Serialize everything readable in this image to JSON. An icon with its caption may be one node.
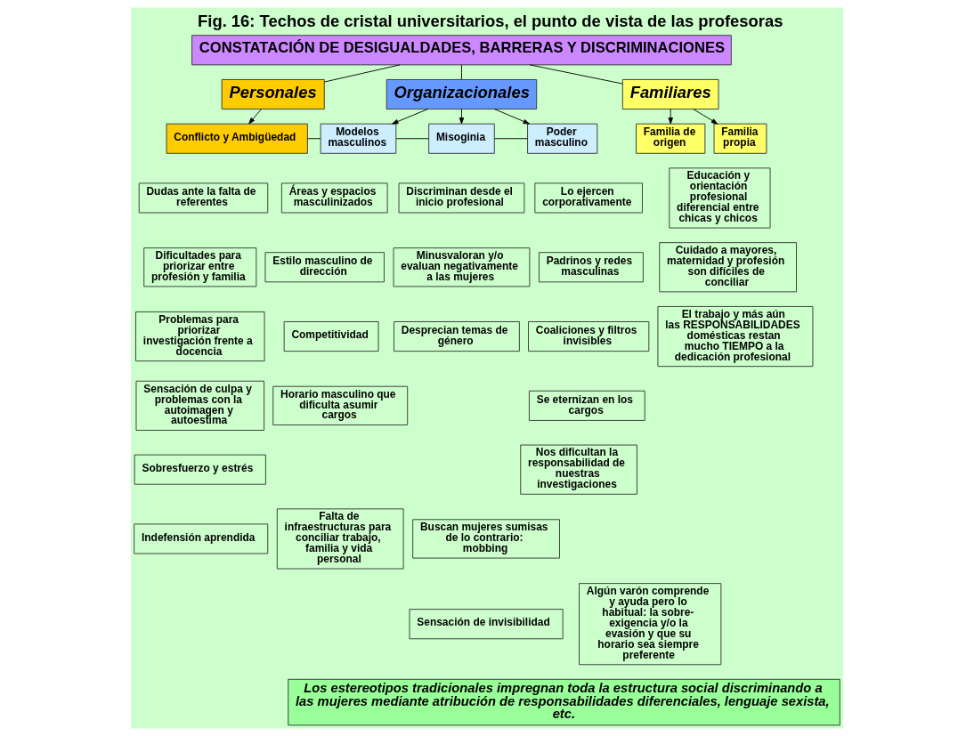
{
  "diagram": {
    "title": "Fig. 16: Techos de cristal universitarios, el punto de vista de las profesoras",
    "nodes": [
      {
        "text": [
          "CONSTATACIÓN DE DESIGUALDADES, BARRERAS Y DISCRIMINACIONES"
        ]
      },
      {
        "text": [
          "Personales"
        ]
      },
      {
        "text": [
          "Organizacionales"
        ]
      },
      {
        "text": [
          "Familiares"
        ]
      },
      {
        "text": [
          "Conflicto y Ambigüedad"
        ]
      },
      {
        "text": [
          "Modelos masculinos"
        ]
      },
      {
        "text": [
          "Misoginia"
        ]
      },
      {
        "text": [
          "Poder masculino"
        ]
      },
      {
        "text": [
          "Familia de origen"
        ]
      },
      {
        "text": [
          "Familia propia"
        ]
      },
      {
        "text": [
          "Dudas ante la falta de referentes"
        ]
      },
      {
        "text": [
          "Dificultades para priorizar entre profesión y familia"
        ]
      },
      {
        "text": [
          "Problemas para priorizar investigación frente a docencia"
        ]
      },
      {
        "text": [
          "Sensación de culpa y problemas con la autoimagen y autoestima"
        ]
      },
      {
        "text": [
          "Sobresfuerzo y estrés"
        ]
      },
      {
        "text": [
          "Indefensión aprendida"
        ]
      },
      {
        "text": [
          "Áreas y espacios masculinizados"
        ]
      },
      {
        "text": [
          "Estilo masculino de dirección"
        ]
      },
      {
        "text": [
          "Competitividad"
        ]
      },
      {
        "text": [
          "Horario masculino que dificulta asumir cargos"
        ]
      },
      {
        "text": [
          "Falta de infraestructuras para conciliar trabajo, familia y vida personal"
        ]
      },
      {
        "text": [
          "Discriminan desde el inicio profesional"
        ]
      },
      {
        "text": [
          "Minusvaloran y/o evaluan negativamente a las mujeres"
        ]
      },
      {
        "text": [
          "Desprecian temas de género"
        ]
      },
      {
        "text": [
          "Buscan mujeres sumisas de lo contrario: mobbing"
        ]
      },
      {
        "text": [
          "Lo ejercen corporativamente"
        ]
      },
      {
        "text": [
          "Padrinos y redes masculinas"
        ]
      },
      {
        "text": [
          "Coaliciones y filtros invisibles"
        ]
      },
      {
        "text": [
          "Se eternizan en los cargos"
        ]
      },
      {
        "text": [
          "Nos dificultan la responsabilidad de nuestras investigaciones"
        ]
      },
      {
        "text": [
          "Educación y orientación profesional diferencial entre chicas y chicos"
        ]
      },
      {
        "text": [
          "Cuidado a mayores, maternidad y profesión son difíciles de conciliar"
        ]
      },
      {
        "text": [
          "El trabajo y más aún las RESPONSABILIDADES domésticas restan mucho TIEMPO a la dedicación profesional"
        ]
      },
      {
        "text": [
          "Algún varón comprende y ayuda pero lo habitual: la sobre-exigencia y/o la evasión y que su horario sea siempre preferente"
        ]
      },
      {
        "text": [
          "Sensación de invisibilidad"
        ]
      },
      {
        "text": [
          "Los estereotipos tradicionales impregnan toda la estructura social discriminando a las mujeres mediante atribución de responsabilidades diferenciales, lenguaje sexista, etc."
        ]
      }
    ],
    "edges": [
      {
        "from": 0,
        "to": 1,
        "arrow": "none"
      },
      {
        "from": 0,
        "to": 2,
        "arrow": "none"
      },
      {
        "from": 0,
        "to": 3,
        "arrow": "none"
      },
      {
        "from": 1,
        "to": 4,
        "arrow": "to"
      },
      {
        "from": 2,
        "to": 5,
        "arrow": "to"
      },
      {
        "from": 2,
        "to": 6,
        "arrow": "to"
      },
      {
        "from": 2,
        "to": 7,
        "arrow": "to"
      },
      {
        "from": 3,
        "to": 8,
        "arrow": "to"
      },
      {
        "from": 3,
        "to": 9,
        "arrow": "to"
      },
      {
        "from": 4,
        "to": 5,
        "arrow": "none"
      },
      {
        "from": 5,
        "to": 6,
        "arrow": "none"
      },
      {
        "from": 6,
        "to": 7,
        "arrow": "none"
      }
    ]
  }
}
